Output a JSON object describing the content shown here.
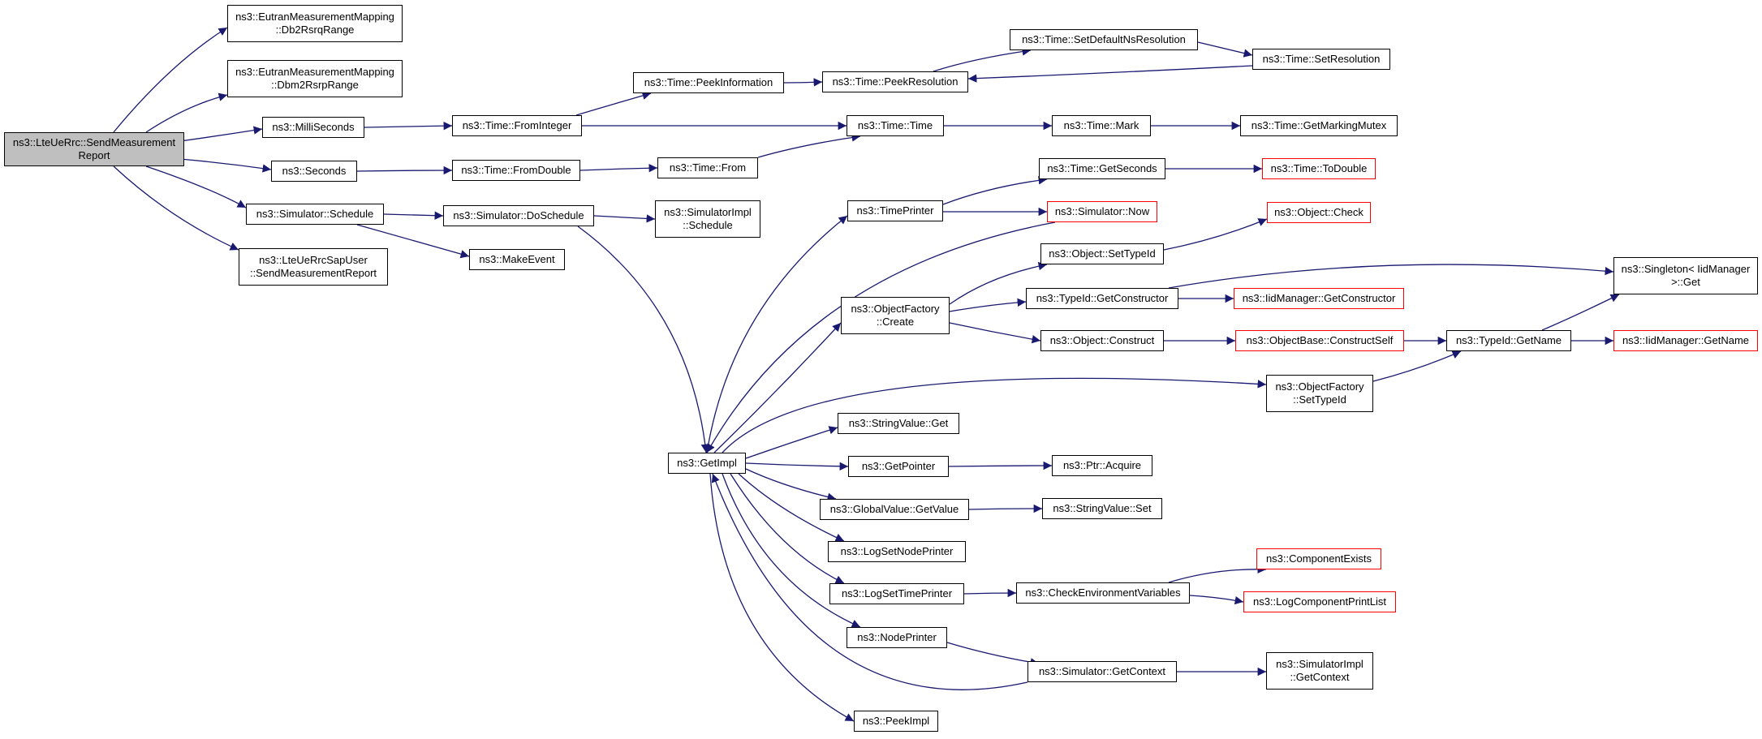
{
  "colors": {
    "edge": "#191970",
    "border": "#000000",
    "truncated_border": "#ff0000",
    "root_fill": "#bfbfbf",
    "node_fill": "#ffffff"
  },
  "nodes": [
    {
      "id": "root",
      "label": "ns3::LteUeRrc::SendMeasurement\nReport",
      "style": "root"
    },
    {
      "id": "db2rsrq",
      "label": "ns3::EutranMeasurementMapping\n::Db2RsrqRange",
      "style": "normal"
    },
    {
      "id": "dbm2rsrp",
      "label": "ns3::EutranMeasurementMapping\n::Dbm2RsrpRange",
      "style": "normal"
    },
    {
      "id": "milli",
      "label": "ns3::MilliSeconds",
      "style": "normal"
    },
    {
      "id": "seconds",
      "label": "ns3::Seconds",
      "style": "normal"
    },
    {
      "id": "schedule",
      "label": "ns3::Simulator::Schedule",
      "style": "normal"
    },
    {
      "id": "sapuser",
      "label": "ns3::LteUeRrcSapUser\n::SendMeasurementReport",
      "style": "normal"
    },
    {
      "id": "frominteger",
      "label": "ns3::Time::FromInteger",
      "style": "normal"
    },
    {
      "id": "fromdouble",
      "label": "ns3::Time::FromDouble",
      "style": "normal"
    },
    {
      "id": "doschedule",
      "label": "ns3::Simulator::DoSchedule",
      "style": "normal"
    },
    {
      "id": "makeevent",
      "label": "ns3::MakeEvent",
      "style": "normal"
    },
    {
      "id": "peekinfo",
      "label": "ns3::Time::PeekInformation",
      "style": "normal"
    },
    {
      "id": "from",
      "label": "ns3::Time::From",
      "style": "normal"
    },
    {
      "id": "implschedule",
      "label": "ns3::SimulatorImpl\n::Schedule",
      "style": "normal"
    },
    {
      "id": "getimpl",
      "label": "ns3::GetImpl",
      "style": "normal"
    },
    {
      "id": "peekres",
      "label": "ns3::Time::PeekResolution",
      "style": "normal"
    },
    {
      "id": "timetime",
      "label": "ns3::Time::Time",
      "style": "normal"
    },
    {
      "id": "timeprinter",
      "label": "ns3::TimePrinter",
      "style": "normal"
    },
    {
      "id": "objfactcreate",
      "label": "ns3::ObjectFactory\n::Create",
      "style": "normal"
    },
    {
      "id": "stringget",
      "label": "ns3::StringValue::Get",
      "style": "normal"
    },
    {
      "id": "getpointer",
      "label": "ns3::GetPointer",
      "style": "normal"
    },
    {
      "id": "globalget",
      "label": "ns3::GlobalValue::GetValue",
      "style": "normal"
    },
    {
      "id": "lognode",
      "label": "ns3::LogSetNodePrinter",
      "style": "normal"
    },
    {
      "id": "logtime",
      "label": "ns3::LogSetTimePrinter",
      "style": "normal"
    },
    {
      "id": "nodeprinter",
      "label": "ns3::NodePrinter",
      "style": "normal"
    },
    {
      "id": "peekimpl",
      "label": "ns3::PeekImpl",
      "style": "normal"
    },
    {
      "id": "setdefault",
      "label": "ns3::Time::SetDefaultNsResolution",
      "style": "normal"
    },
    {
      "id": "mark",
      "label": "ns3::Time::Mark",
      "style": "normal"
    },
    {
      "id": "getseconds",
      "label": "ns3::Time::GetSeconds",
      "style": "normal"
    },
    {
      "id": "simnow",
      "label": "ns3::Simulator::Now",
      "style": "truncated"
    },
    {
      "id": "settypeid",
      "label": "ns3::Object::SetTypeId",
      "style": "normal"
    },
    {
      "id": "getconstructor",
      "label": "ns3::TypeId::GetConstructor",
      "style": "normal"
    },
    {
      "id": "objconstruct",
      "label": "ns3::Object::Construct",
      "style": "normal"
    },
    {
      "id": "ptracquire",
      "label": "ns3::Ptr::Acquire",
      "style": "normal"
    },
    {
      "id": "stringset",
      "label": "ns3::StringValue::Set",
      "style": "normal"
    },
    {
      "id": "checkenv",
      "label": "ns3::CheckEnvironmentVariables",
      "style": "normal"
    },
    {
      "id": "getcontext",
      "label": "ns3::Simulator::GetContext",
      "style": "normal"
    },
    {
      "id": "setresolution",
      "label": "ns3::Time::SetResolution",
      "style": "normal"
    },
    {
      "id": "getmarkingmutex",
      "label": "ns3::Time::GetMarkingMutex",
      "style": "normal"
    },
    {
      "id": "todouble",
      "label": "ns3::Time::ToDouble",
      "style": "truncated"
    },
    {
      "id": "objcheck",
      "label": "ns3::Object::Check",
      "style": "truncated"
    },
    {
      "id": "iidgetconstructor",
      "label": "ns3::IidManager::GetConstructor",
      "style": "truncated"
    },
    {
      "id": "constructself",
      "label": "ns3::ObjectBase::ConstructSelf",
      "style": "truncated"
    },
    {
      "id": "objfactsettypeid",
      "label": "ns3::ObjectFactory\n::SetTypeId",
      "style": "normal"
    },
    {
      "id": "componentexists",
      "label": "ns3::ComponentExists",
      "style": "truncated"
    },
    {
      "id": "logcomplist",
      "label": "ns3::LogComponentPrintList",
      "style": "truncated"
    },
    {
      "id": "implgetcontext",
      "label": "ns3::SimulatorImpl\n::GetContext",
      "style": "normal"
    },
    {
      "id": "typeidgetname",
      "label": "ns3::TypeId::GetName",
      "style": "normal"
    },
    {
      "id": "singletonget",
      "label": "ns3::Singleton< IidManager\n>::Get",
      "style": "normal"
    },
    {
      "id": "iidgetname",
      "label": "ns3::IidManager::GetName",
      "style": "truncated"
    }
  ]
}
